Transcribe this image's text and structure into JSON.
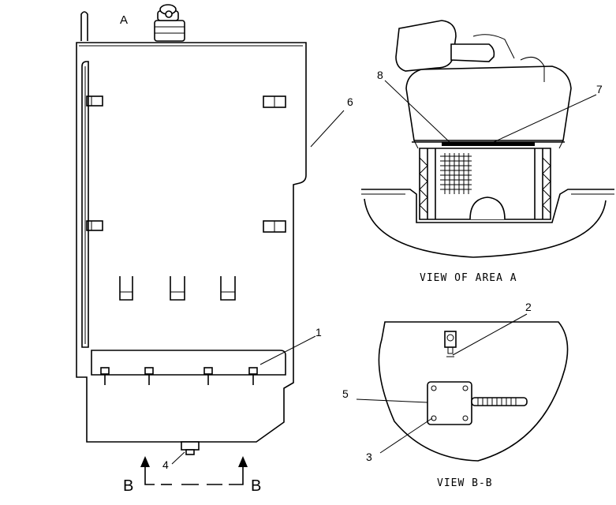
{
  "labels": {
    "area_a": "A",
    "callout_1": "1",
    "callout_2": "2",
    "callout_3": "3",
    "callout_4": "4",
    "callout_5": "5",
    "callout_6": "6",
    "callout_7": "7",
    "callout_8": "8",
    "section_b_left": "B",
    "section_b_right": "B"
  },
  "captions": {
    "view_area_a": "VIEW OF AREA A",
    "view_b_b": "VIEW B-B"
  }
}
